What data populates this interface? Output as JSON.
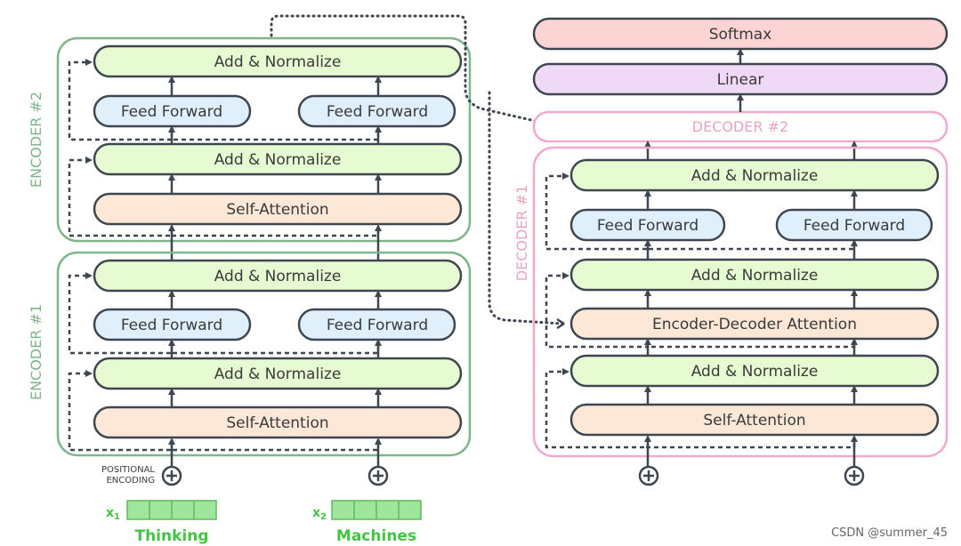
{
  "encoders": [
    {
      "label": "ENCODER #2",
      "add_norm_top": "Add & Normalize",
      "ff_left": "Feed Forward",
      "ff_right": "Feed Forward",
      "add_norm_bottom": "Add & Normalize",
      "self_attention": "Self-Attention"
    },
    {
      "label": "ENCODER #1",
      "add_norm_top": "Add & Normalize",
      "ff_left": "Feed Forward",
      "ff_right": "Feed Forward",
      "add_norm_bottom": "Add & Normalize",
      "self_attention": "Self-Attention"
    }
  ],
  "decoder": {
    "softmax": "Softmax",
    "linear": "Linear",
    "decoder2_label": "DECODER #2",
    "decoder1_label": "DECODER #1",
    "add_norm_top": "Add & Normalize",
    "ff_left": "Feed Forward",
    "ff_right": "Feed Forward",
    "add_norm_mid": "Add & Normalize",
    "enc_dec_attention": "Encoder-Decoder Attention",
    "add_norm_bottom": "Add & Normalize",
    "self_attention": "Self-Attention"
  },
  "inputs": {
    "positional_label_line1": "POSITIONAL",
    "positional_label_line2": "ENCODING",
    "x1_symbol": "x",
    "x1_sub": "1",
    "x2_symbol": "x",
    "x2_sub": "2",
    "word1": "Thinking",
    "word2": "Machines"
  },
  "watermark": "CSDN @summer_45",
  "colors": {
    "encoder_border": "#7fb58a",
    "decoder_border": "#f2a9cf",
    "add_norm_fill": "#e6fbd2",
    "ff_fill": "#e0effc",
    "attention_fill": "#fde7d6",
    "softmax_fill": "#fcd4d4",
    "linear_fill": "#efd9f7",
    "input_fill": "#9fe59b",
    "word_color": "#43c543",
    "stroke": "#3e4750"
  }
}
